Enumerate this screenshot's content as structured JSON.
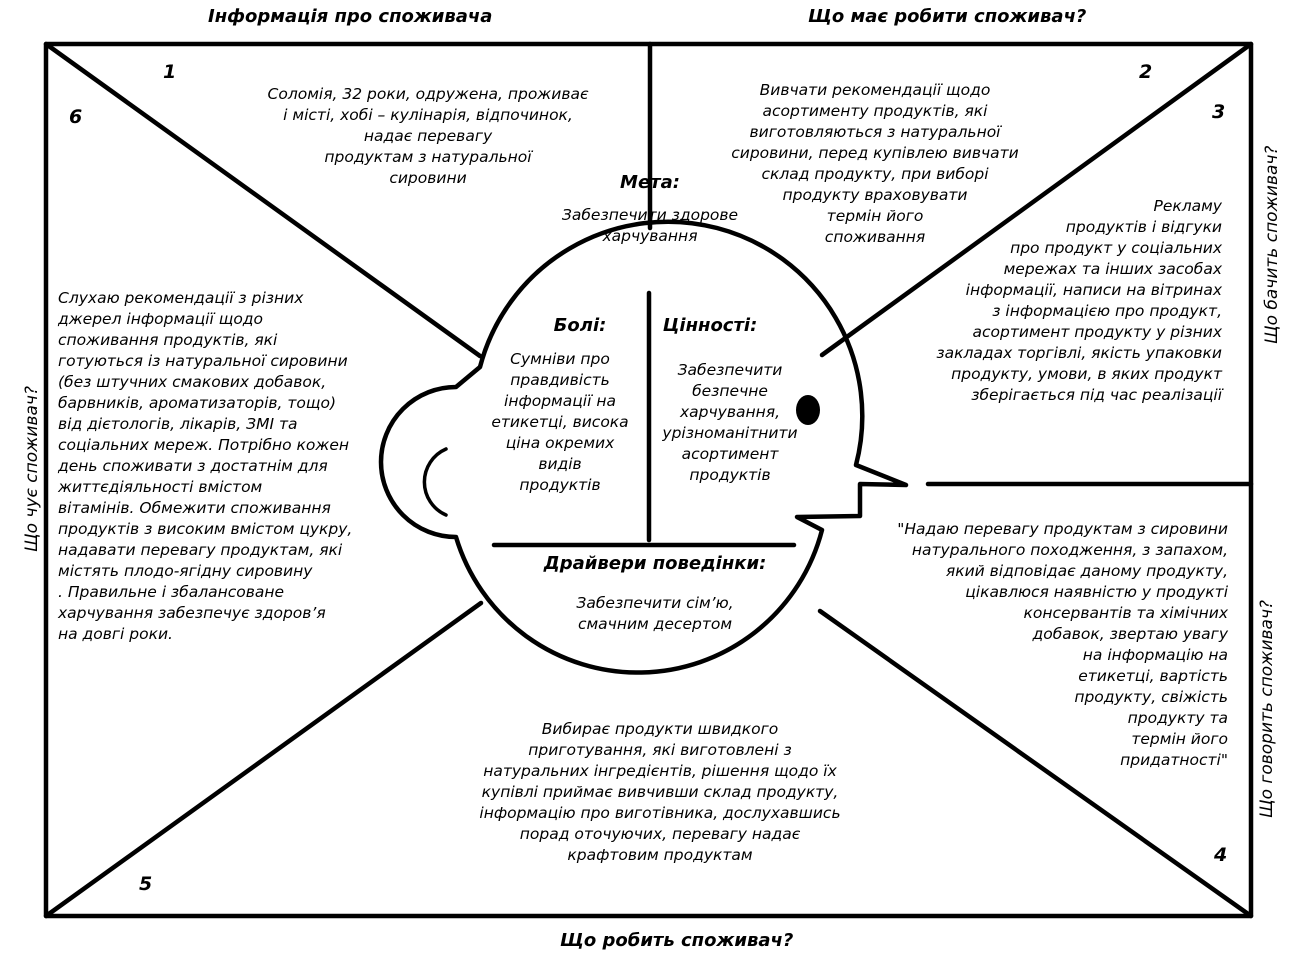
{
  "headings": {
    "top_left": "Інформація про споживача",
    "top_right": "Що має робити споживач?",
    "right": "Що бачить споживач?",
    "left": "Що чує споживач?",
    "right_lower": "Що говорить споживач?",
    "bottom": "Що робить споживач?"
  },
  "numbers": [
    "1",
    "2",
    "3",
    "4",
    "5",
    "6"
  ],
  "sections": {
    "info": "Соломія, 32 роки, одружена, проживає\nі місті, хобі – кулінарія, відпочинок,\nнадає перевагу\nпродуктам з натуральної\nсировини",
    "must_do": "Вивчати рекомендації щодо\nасортименту продуктів, які\nвиготовляються з натуральної\nсировини, перед купівлею вивчати\nсклад продукту, при виборі\nпродукту враховувати\nтермін його\nспоживання",
    "sees": "Рекламу\nпродуктів і відгуки\nпро продукт у соціальних\nмережах та інших засобах\nінформації, написи на вітринах\nз інформацією про продукт,\nасортимент продукту у різних\nзакладах торгівлі, якість упаковки\nпродукту, умови, в яких продукт\nзберігається під час реалізації",
    "hears": "Слухаю рекомендації з різних\nджерел інформації щодо\nспоживання продуктів, які\nготуються із натуральної сировини\n(без штучних смакових добавок,\nбарвників, ароматизаторів, тощо)\nвід дієтологів, лікарів, ЗМІ та\nсоціальних мереж. Потрібно кожен\nдень споживати з достатнім для\nжиттєдіяльності вмістом\nвітамінів.  Обмежити споживання\nпродуктів з високим вмістом цукру,\nнадавати перевагу продуктам, які\nмістять плодо-ягідну сировину\n. Правильне і збалансоване\nхарчування забезпечує здоров’я\nна довгі роки.",
    "says": "\"Надаю перевагу продуктам  з сировини\nнатурального походження, з запахом,\nякий відповідає даному продукту,\nцікавлюся наявністю у продукті\nконсервантів та хімічних\nдобавок, звертаю увагу\nна інформацію на\nетикетці, вартість\nпродукту, свіжість\nпродукту та\nтермін його\nпридатності\"",
    "does": "Вибирає продукти швидкого\nприготування, які виготовлені з\nнатуральних інгредієнтів, рішення щодо їх\nкупівлі приймає вивчивши склад продукту,\nінформацію про виготівника, дослухавшись\nпорад оточуючих, перевагу надає\nкрафтовим продуктам"
  },
  "goal": {
    "title": "Мета:",
    "text": "Забезпечити здорове\nхарчування"
  },
  "head": {
    "pains_title": "Болі:",
    "pains_text": "Сумніви про\nправдивість\nінформації на\nетикетці, висока\nціна окремих\nвидів\nпродуктів",
    "values_title": "Цінності:",
    "values_text": "Забезпечити\nбезпечне\nхарчування,\nурізноманітнити\nасортимент\nпродуктів",
    "drivers_title": "Драйвери поведінки:",
    "drivers_text": "Забезпечити сім’ю,\nсмачним десертом"
  }
}
